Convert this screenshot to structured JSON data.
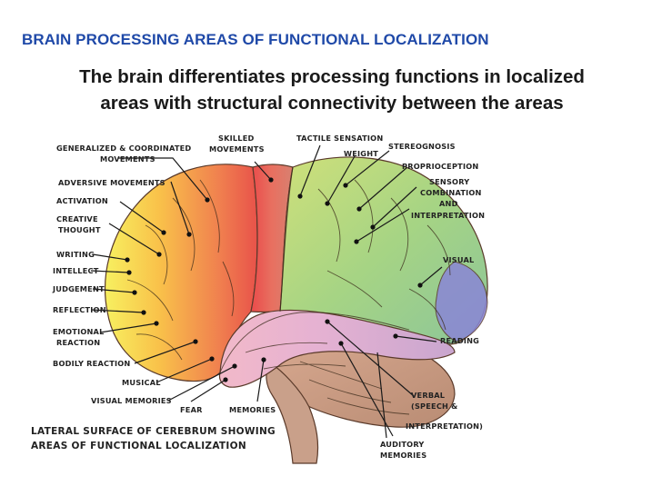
{
  "slide": {
    "title": "BRAIN PROCESSING AREAS OF FUNCTIONAL LOCALIZATION",
    "subtitle_line1": "The brain differentiates processing functions in localized",
    "subtitle_line2": "areas with structural connectivity between the areas"
  },
  "figure": {
    "labels": {
      "generalized_line1": "GENERALIZED & COORDINATED",
      "generalized_line2": "MOVEMENTS",
      "skilled_line1": "SKILLED",
      "skilled_line2": "MOVEMENTS",
      "tactile": "TACTILE SENSATION",
      "weight": "WEIGHT",
      "stereognosis": "STEREOGNOSIS",
      "proprioception": "PROPRIOCEPTION",
      "sensory_line1": "SENSORY",
      "sensory_line2": "COMBINATION",
      "sensory_line3": "AND",
      "sensory_line4": "INTERPRETATION",
      "adversive": "ADVERSIVE MOVEMENTS",
      "activation": "ACTIVATION",
      "creative_line1": "CREATIVE",
      "creative_line2": "THOUGHT",
      "writing": "WRITING",
      "intellect": "INTELLECT",
      "judgement": "JUDGEMENT",
      "reflection": "REFLECTION",
      "emotional_line1": "EMOTIONAL",
      "emotional_line2": "REACTION",
      "bodily": "BODILY REACTION",
      "musical": "MUSICAL",
      "visual_memories": "VISUAL MEMORIES",
      "fear": "FEAR",
      "memories": "MEMORIES",
      "visual": "VISUAL",
      "reading": "READING",
      "verbal_line1": "VERBAL",
      "verbal_line2": "(SPEECH &",
      "verbal_line3": "INTERPRETATION)",
      "auditory_line1": "AUDITORY",
      "auditory_line2": "MEMORIES"
    },
    "caption_line1": "LATERAL SURFACE OF CEREBRUM SHOWING",
    "caption_line2": "AREAS OF FUNCTIONAL LOCALIZATION"
  }
}
